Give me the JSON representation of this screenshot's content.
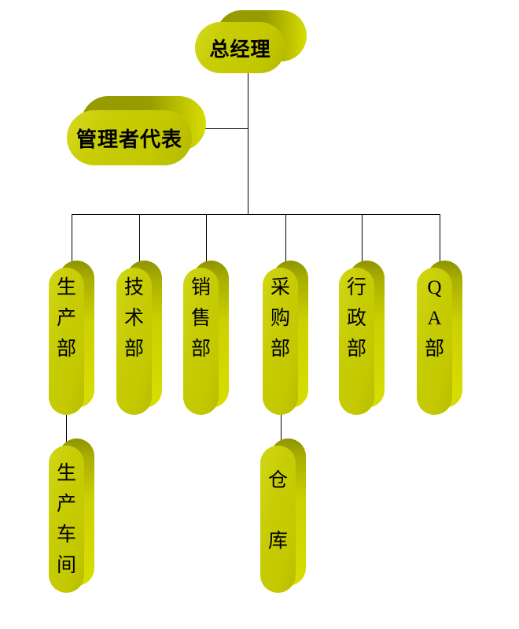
{
  "diagram": {
    "type": "org-chart",
    "background": "#ffffff",
    "palette": {
      "pill_face": "#c6cb04",
      "pill_bevel_highlight": "#d8dc30",
      "pill_side_dark": "#969c00",
      "pill_side_bright": "#d8dd00",
      "text": "#000000",
      "connector": "#000000"
    },
    "nodes": {
      "general_manager": {
        "label": "总经理"
      },
      "management_rep": {
        "label": "管理者代表"
      },
      "departments": [
        {
          "label": "生产部"
        },
        {
          "label": "技术部"
        },
        {
          "label": "销售部"
        },
        {
          "label": "采购部"
        },
        {
          "label": "行政部"
        },
        {
          "label": "QA部"
        }
      ],
      "sub_units": [
        {
          "label": "生产车间",
          "parent": "生产部"
        },
        {
          "label": "仓库",
          "parent": "采购部"
        }
      ]
    }
  }
}
